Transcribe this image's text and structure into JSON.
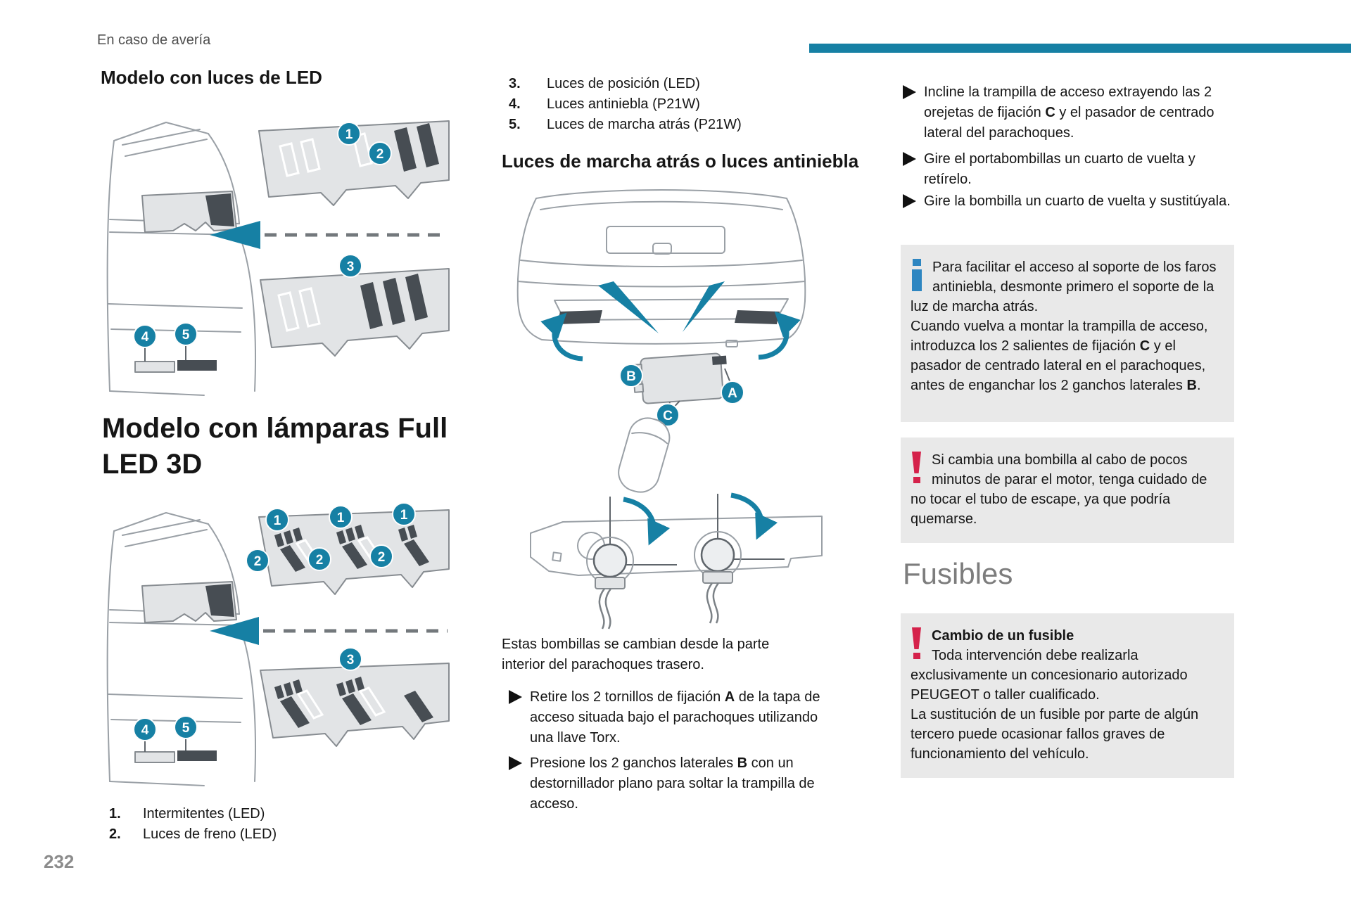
{
  "page": {
    "header": "En caso de avería",
    "page_number": "232",
    "colors": {
      "accent": "#1680a4",
      "info": "#2e86c1",
      "warning": "#d5224b",
      "box_bg": "#e9e9e9",
      "line": "#9aa0a6"
    }
  },
  "left": {
    "heading_led": "Modelo con luces de LED",
    "heading_full_led_lines": [
      "Modelo con lámparas Full",
      "LED 3D"
    ],
    "legend": [
      {
        "num": "1.",
        "label": "Intermitentes (LED)"
      },
      {
        "num": "2.",
        "label": "Luces de freno (LED)"
      }
    ]
  },
  "middle": {
    "legend": [
      {
        "num": "3.",
        "label": "Luces de posición (LED)"
      },
      {
        "num": "4.",
        "label": "Luces antiniebla (P21W)"
      },
      {
        "num": "5.",
        "label": "Luces de marcha atrás (P21W)"
      }
    ],
    "heading": "Luces de marcha atrás o luces antiniebla",
    "paragraph": "Estas bombillas se cambian desde la parte interior del parachoques trasero.",
    "bullets": [
      {
        "segments": [
          {
            "t": "Retire los 2 tornillos de fijación "
          },
          {
            "t": "A",
            "b": true
          },
          {
            "t": " de la tapa de acceso situada bajo el parachoques utilizando una llave Torx."
          }
        ]
      },
      {
        "segments": [
          {
            "t": "Presione los 2 ganchos laterales "
          },
          {
            "t": "B",
            "b": true
          },
          {
            "t": " con un destornillador plano para soltar la trampilla de acceso."
          }
        ]
      }
    ]
  },
  "right": {
    "bullets": [
      {
        "segments": [
          {
            "t": "Incline la trampilla de acceso extrayendo las 2 orejetas de fijación "
          },
          {
            "t": "C",
            "b": true
          },
          {
            "t": " y el pasador de centrado lateral del parachoques."
          }
        ]
      },
      {
        "segments": [
          {
            "t": "Gire el portabombillas un cuarto de vuelta y retírelo."
          }
        ]
      },
      {
        "segments": [
          {
            "t": "Gire la bombilla un cuarto de vuelta y sustitúyala."
          }
        ]
      }
    ],
    "info_box": {
      "segments": [
        {
          "t": "Para facilitar el acceso al soporte de los faros antiniebla, desmonte primero el soporte de la luz de marcha atrás.\nCuando vuelva a montar la trampilla de acceso, introduzca los 2 salientes de fijación "
        },
        {
          "t": "C",
          "b": true
        },
        {
          "t": " y el pasador de centrado lateral en el parachoques, antes de enganchar los 2 ganchos laterales "
        },
        {
          "t": "B",
          "b": true
        },
        {
          "t": "."
        }
      ]
    },
    "warning_box": {
      "segments": [
        {
          "t": "Si cambia una bombilla al cabo de pocos minutos de parar el motor, tenga cuidado de no tocar el tubo de escape, ya que podría quemarse."
        }
      ]
    },
    "fusibles_heading": "Fusibles",
    "fuse_box": {
      "title": "Cambio de un fusible",
      "segments": [
        {
          "t": "Toda intervención debe realizarla exclusivamente un concesionario autorizado PEUGEOT o taller cualificado.\nLa sustitución de un fusible por parte de algún tercero puede ocasionar fallos graves de funcionamiento del vehículo."
        }
      ]
    }
  },
  "badges": {
    "n1": "1",
    "n2": "2",
    "n3": "3",
    "n4": "4",
    "n5": "5",
    "A": "A",
    "B": "B",
    "C": "C"
  }
}
